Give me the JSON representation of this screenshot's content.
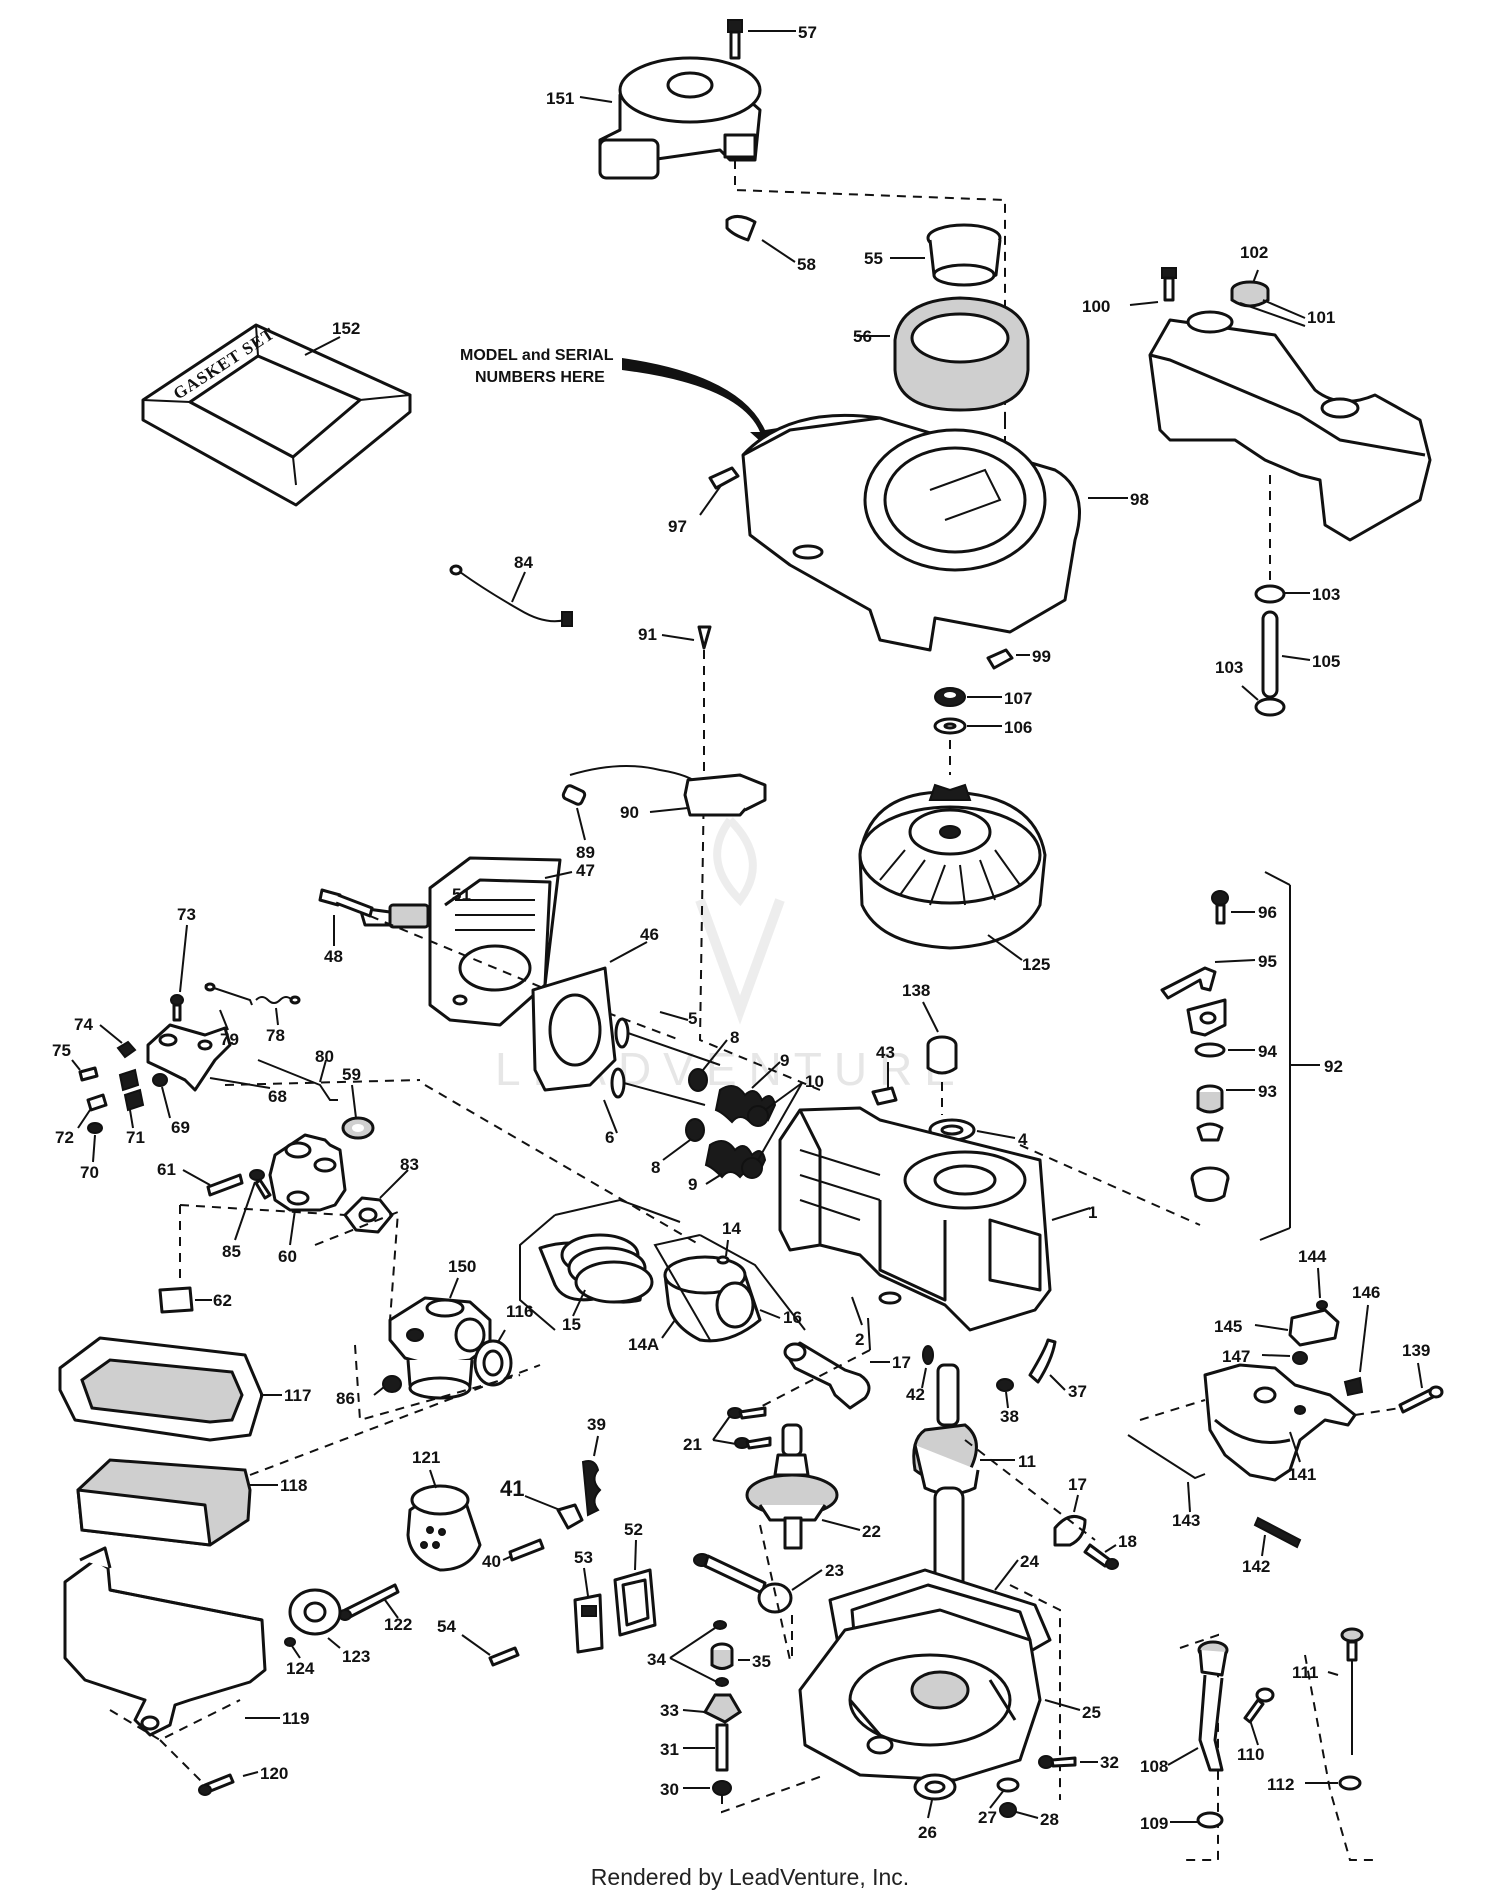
{
  "footer": {
    "text": "Rendered by LeadVenture, Inc."
  },
  "watermark": {
    "text": "LEADVENTURE"
  },
  "annotations": {
    "model_serial_line1": "MODEL and SERIAL",
    "model_serial_line2": "NUMBERS HERE",
    "gasket_set": "GASKET SET"
  },
  "callouts": [
    "1",
    "2",
    "4",
    "5",
    "6",
    "8",
    "8",
    "9",
    "9",
    "10",
    "11",
    "14",
    "14A",
    "15",
    "16",
    "17",
    "17",
    "18",
    "21",
    "22",
    "23",
    "24",
    "25",
    "26",
    "27",
    "28",
    "30",
    "31",
    "32",
    "33",
    "34",
    "35",
    "37",
    "38",
    "39",
    "40",
    "41",
    "42",
    "43",
    "46",
    "47",
    "48",
    "51",
    "52",
    "53",
    "54",
    "55",
    "56",
    "57",
    "58",
    "59",
    "60",
    "61",
    "62",
    "68",
    "69",
    "70",
    "71",
    "72",
    "73",
    "74",
    "75",
    "78",
    "79",
    "80",
    "83",
    "84",
    "85",
    "86",
    "89",
    "90",
    "91",
    "92",
    "93",
    "94",
    "95",
    "96",
    "97",
    "98",
    "99",
    "100",
    "101",
    "102",
    "103",
    "103",
    "105",
    "106",
    "107",
    "108",
    "109",
    "110",
    "111",
    "112",
    "116",
    "117",
    "118",
    "119",
    "120",
    "121",
    "122",
    "123",
    "124",
    "125",
    "138",
    "139",
    "141",
    "142",
    "143",
    "144",
    "145",
    "146",
    "147",
    "150",
    "151",
    "152"
  ]
}
